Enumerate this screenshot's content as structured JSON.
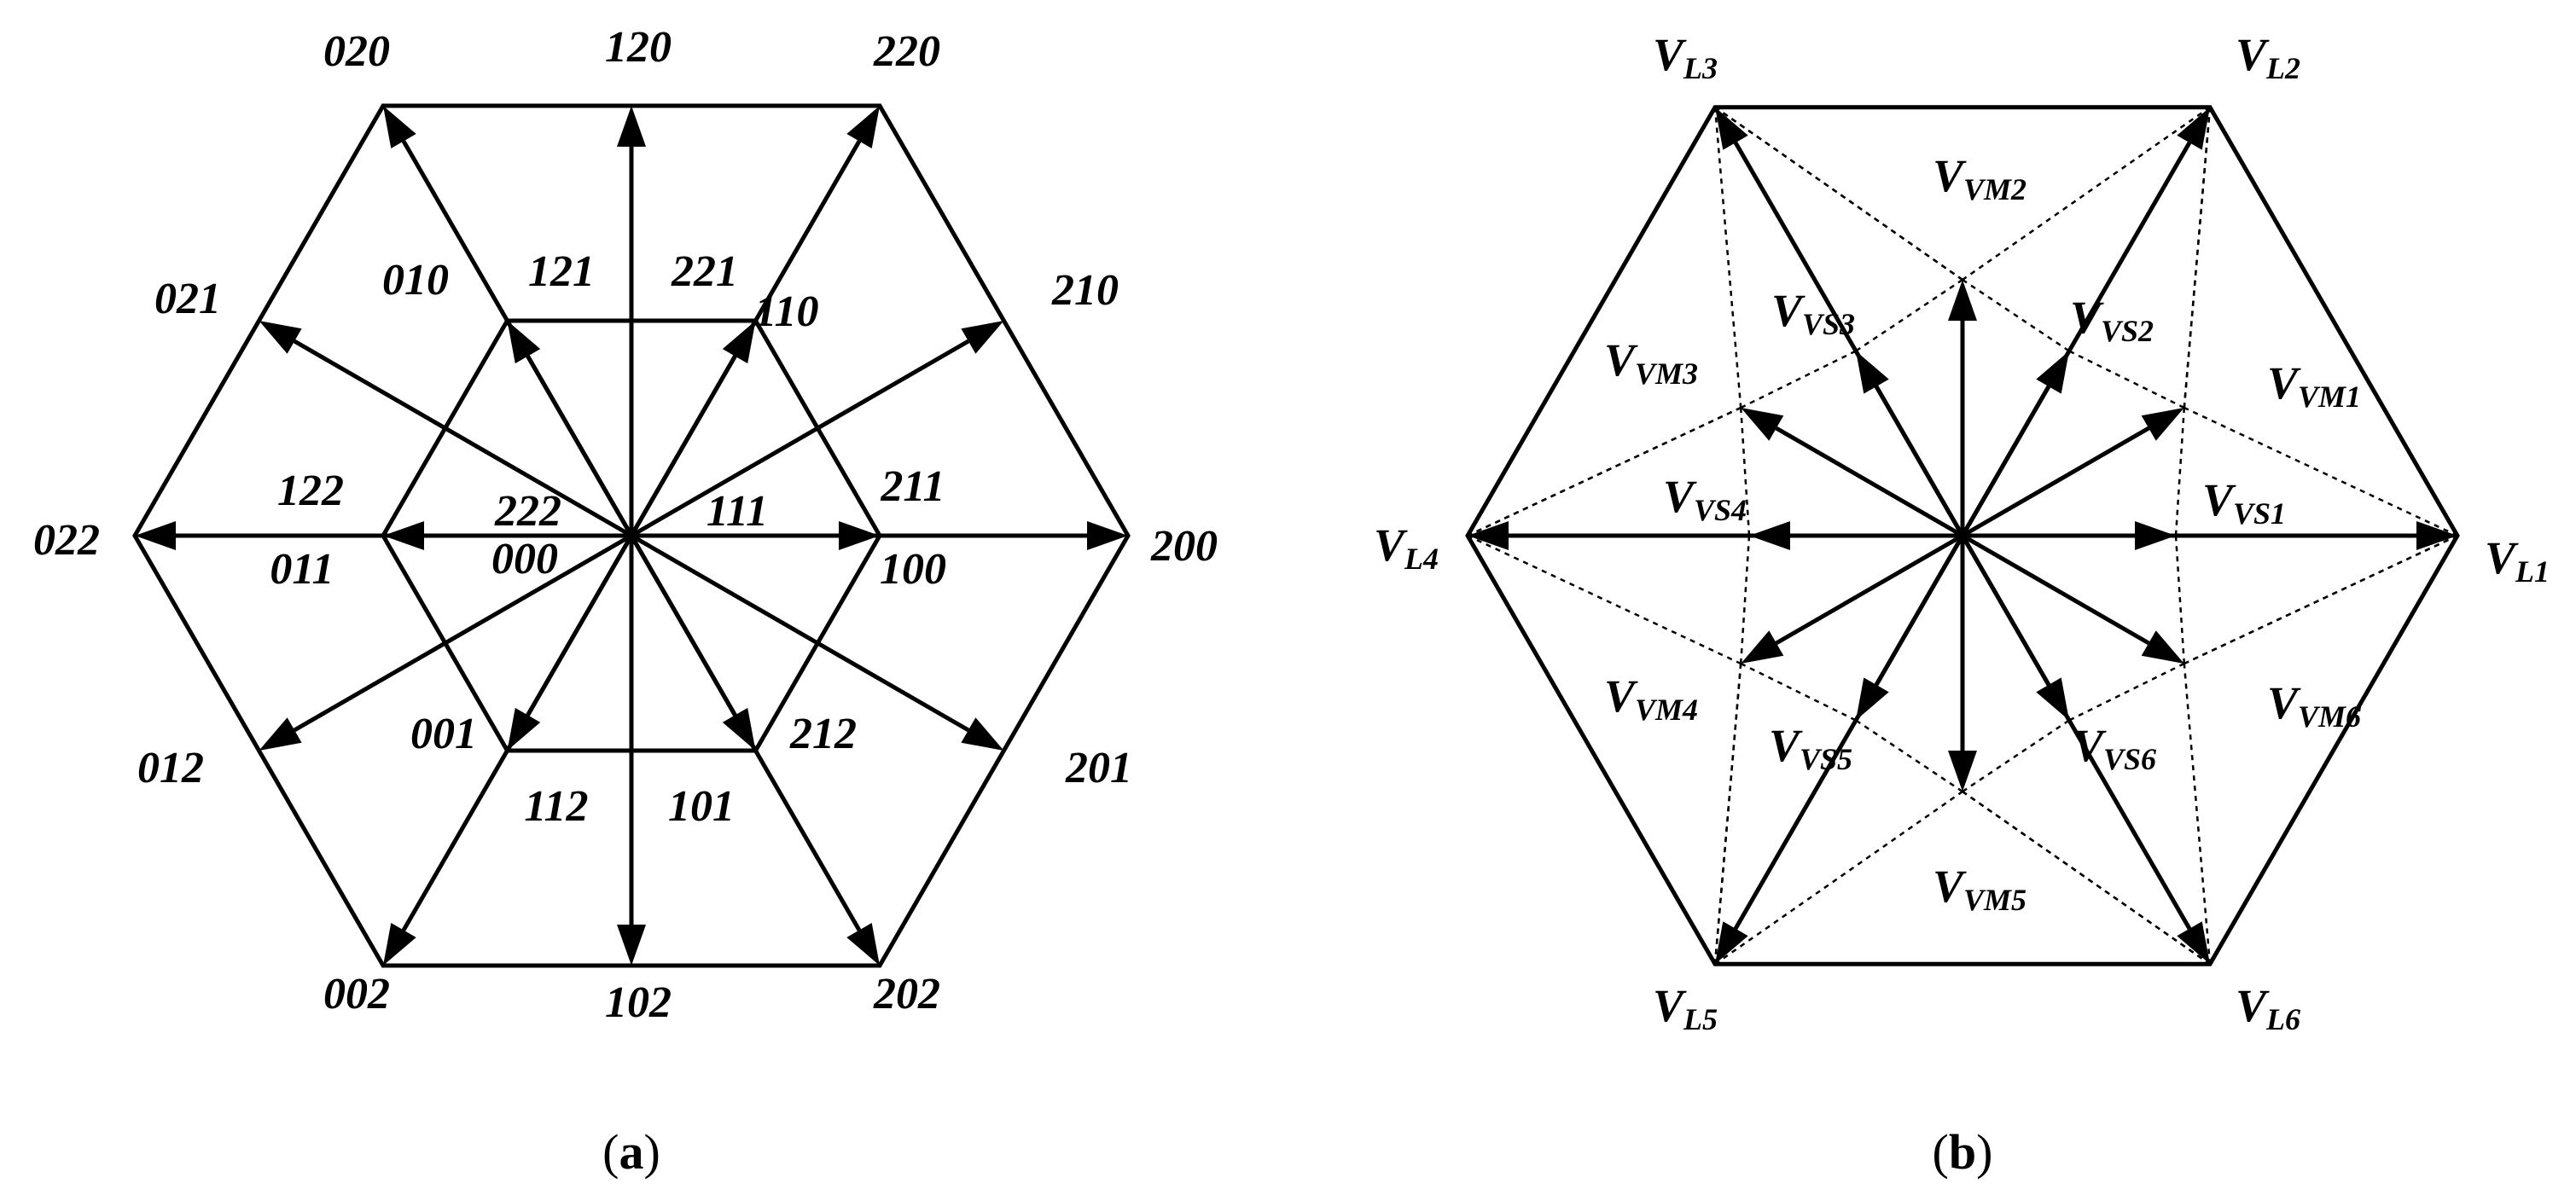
{
  "colors": {
    "stroke": "#000000",
    "background": "#ffffff"
  },
  "panel_a": {
    "caption_letter": "a",
    "outer_labels": [
      "200",
      "220",
      "020",
      "022",
      "002",
      "202"
    ],
    "edge_mid_labels": [
      "210",
      "120",
      "021",
      "012",
      "102",
      "201"
    ],
    "inner_pos_labels": [
      "211",
      "221",
      "121",
      "122",
      "112",
      "212"
    ],
    "inner_neg_labels": [
      "100",
      "110",
      "010",
      "011",
      "001",
      "101"
    ],
    "zero_labels": [
      "222",
      "000"
    ],
    "center_pos_label": "111"
  },
  "panel_b": {
    "caption_letter": "b",
    "large_labels": [
      {
        "main": "V",
        "sub": "L1"
      },
      {
        "main": "V",
        "sub": "L2"
      },
      {
        "main": "V",
        "sub": "L3"
      },
      {
        "main": "V",
        "sub": "L4"
      },
      {
        "main": "V",
        "sub": "L5"
      },
      {
        "main": "V",
        "sub": "L6"
      }
    ],
    "medium_labels": [
      {
        "main": "V",
        "sub": "VM1"
      },
      {
        "main": "V",
        "sub": "VM2"
      },
      {
        "main": "V",
        "sub": "VM3"
      },
      {
        "main": "V",
        "sub": "VM4"
      },
      {
        "main": "V",
        "sub": "VM5"
      },
      {
        "main": "V",
        "sub": "VM6"
      }
    ],
    "small_labels": [
      {
        "main": "V",
        "sub": "VS1"
      },
      {
        "main": "V",
        "sub": "VS2"
      },
      {
        "main": "V",
        "sub": "VS3"
      },
      {
        "main": "V",
        "sub": "VS4"
      },
      {
        "main": "V",
        "sub": "VS5"
      },
      {
        "main": "V",
        "sub": "VS6"
      }
    ]
  }
}
